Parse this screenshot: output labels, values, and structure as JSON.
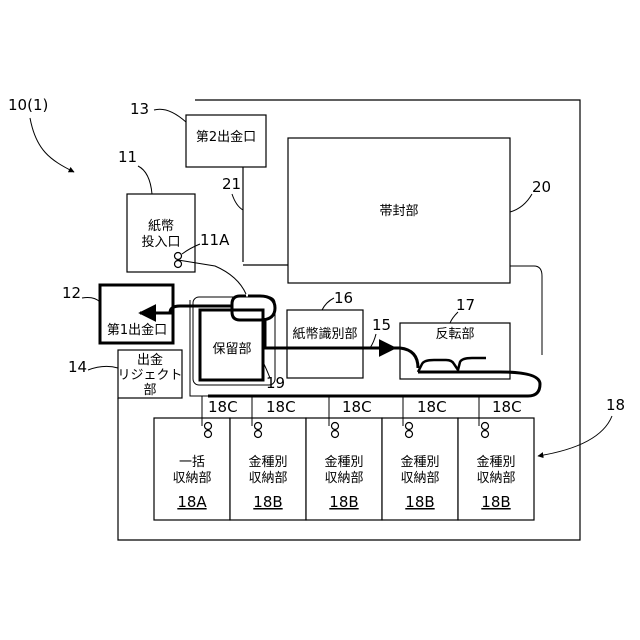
{
  "figure": {
    "device_ref": "10(1)",
    "ref_11": "11",
    "ref_11a": "11A",
    "ref_12": "12",
    "ref_13": "13",
    "ref_14": "14",
    "ref_15": "15",
    "ref_16": "16",
    "ref_17": "17",
    "ref_18": "18",
    "ref_19": "19",
    "ref_20": "20",
    "ref_21": "21",
    "second_outlet": "第2出金口",
    "banding_unit": "帯封部",
    "bill_inlet_line1": "紙幣",
    "bill_inlet_line2": "投入口",
    "first_outlet": "第1出金口",
    "reject_line1": "出金",
    "reject_line2": "リジェクト",
    "reject_line3": "部",
    "holding_unit": "保留部",
    "recognition_unit": "紙幣識別部",
    "reversing_unit": "反転部",
    "feed_roller_label": "18C",
    "bulk_line1": "一括",
    "bulk_line2": "収納部",
    "bulk_code": "18A",
    "denom_line1": "金種別",
    "denom_line2": "収納部",
    "denom_code": "18B"
  }
}
